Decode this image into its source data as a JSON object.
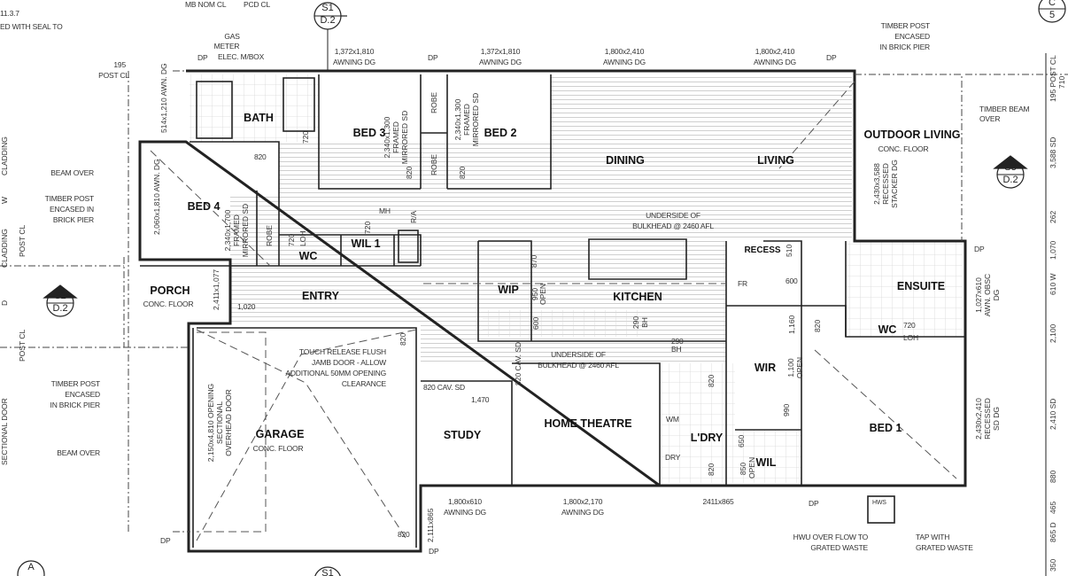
{
  "rooms": {
    "bath": "BATH",
    "bed3": "BED 3",
    "bed2": "BED 2",
    "dining": "DINING",
    "living": "LIVING",
    "outdoor": "OUTDOOR LIVING",
    "bed4": "BED 4",
    "wil1": "WIL 1",
    "wc1": "WC",
    "porch": "PORCH",
    "entry": "ENTRY",
    "wip": "WIP",
    "kitchen": "KITCHEN",
    "recess": "RECESS",
    "ensuite": "ENSUITE",
    "wc2": "WC",
    "wir": "WIR",
    "garage": "GARAGE",
    "study": "STUDY",
    "theatre": "HOME THEATRE",
    "ldry": "L'DRY",
    "wil": "WIL",
    "bed1": "BED 1"
  },
  "floors": {
    "conc": "CONC. FLOOR"
  },
  "notes": {
    "clause": "11.3.7",
    "seal": "ED WITH SEAL TO",
    "mb": "MB NOM CL",
    "pcd": "PCD CL",
    "gas": "GAS",
    "meter": "METER",
    "elec": "ELEC. M/BOX",
    "dp": "DP",
    "w1a": "1,372x1,810",
    "awning": "AWNING DG",
    "w3a": "1,800x2,410",
    "tp1": "TIMBER POST",
    "tp2": "ENCASED",
    "tp3": "IN BRICK PIER",
    "tp2b": "ENCASED IN",
    "tp3b": "BRICK PIER",
    "tb1": "TIMBER BEAM",
    "tb2": "OVER",
    "post": "195",
    "postcl": "POST CL",
    "beam": "BEAM OVER",
    "bathwin": "514x1,210 AWN. DG",
    "bed4win": "2,060x1,810 AWN. DG",
    "mirror17": "2,340x1,700 FRAMED MIRRORED SD",
    "mirror13": "2,340x1,300 FRAMED MIRRORED SD",
    "robe": "ROBE",
    "d820": "820",
    "d720": "720",
    "mh": "MH",
    "ra": "R/A",
    "loh": "LOH",
    "ub1": "UNDERSIDE OF",
    "ub2": "BULKHEAD @ 2460 AFL",
    "d870": "870",
    "d950": "950 OPEN",
    "d600": "600",
    "d510": "510",
    "fr": "FR",
    "porchdoor": "2,411x1,077",
    "d1020": "1,020",
    "tr1": "TOUCH RELEASE FLUSH",
    "tr2": "JAMB DOOR - ALLOW",
    "tr3": "ADDITIONAL 50MM OPENING",
    "tr4": "CLEARANCE",
    "cav": "820 CAV. SD",
    "d1470": "1,470",
    "garagedoor": "2,150x4,810 OPENING SECTIONAL OVERHEAD DOOR",
    "d2111": "2,111x865",
    "w610": "1,800x610",
    "w2170": "1,800x2,170",
    "d2411": "2411x865",
    "hwu1": "HWU OVER FLOW TO",
    "hwu2": "GRATED WASTE",
    "tap1": "TAP WITH",
    "tap2": "GRATED WASTE",
    "hws": "HWS",
    "ensuitewin": "1,027x610 AWN. OBSC DG",
    "stacker": "2,430x3,588 RECESSED STACKER DG",
    "bed1door": "2,430x2,410 RECESSED SD DG",
    "d1160": "1,160",
    "d1100": "1,100 OPEN",
    "d990": "990",
    "wm": "WM",
    "dry": "DRY",
    "d650": "650",
    "d850": "850 OPEN",
    "bh": "290 BH",
    "cladding": "CLADDING",
    "w": "W",
    "d": "D",
    "sectional": "SECTIONAL DOOR"
  },
  "rightdims": [
    "195 POST CL",
    "710",
    "3,588 SD",
    "262",
    "1,070",
    "610 W",
    "2,100",
    "2,410 SD",
    "880",
    "465",
    "865 D",
    "350"
  ],
  "sections": {
    "s1": {
      "top": "S1",
      "bottom": "D.2"
    },
    "s2": {
      "top": "S2",
      "bottom": "D.2"
    },
    "s3": {
      "top": "S3",
      "bottom": "D.2"
    },
    "c5": {
      "top": "C",
      "bottom": "5"
    },
    "a": {
      "top": "A"
    }
  },
  "colors": {
    "line": "#222222",
    "hatch": "#cfcfcf",
    "tile": "#d8d8d8"
  }
}
